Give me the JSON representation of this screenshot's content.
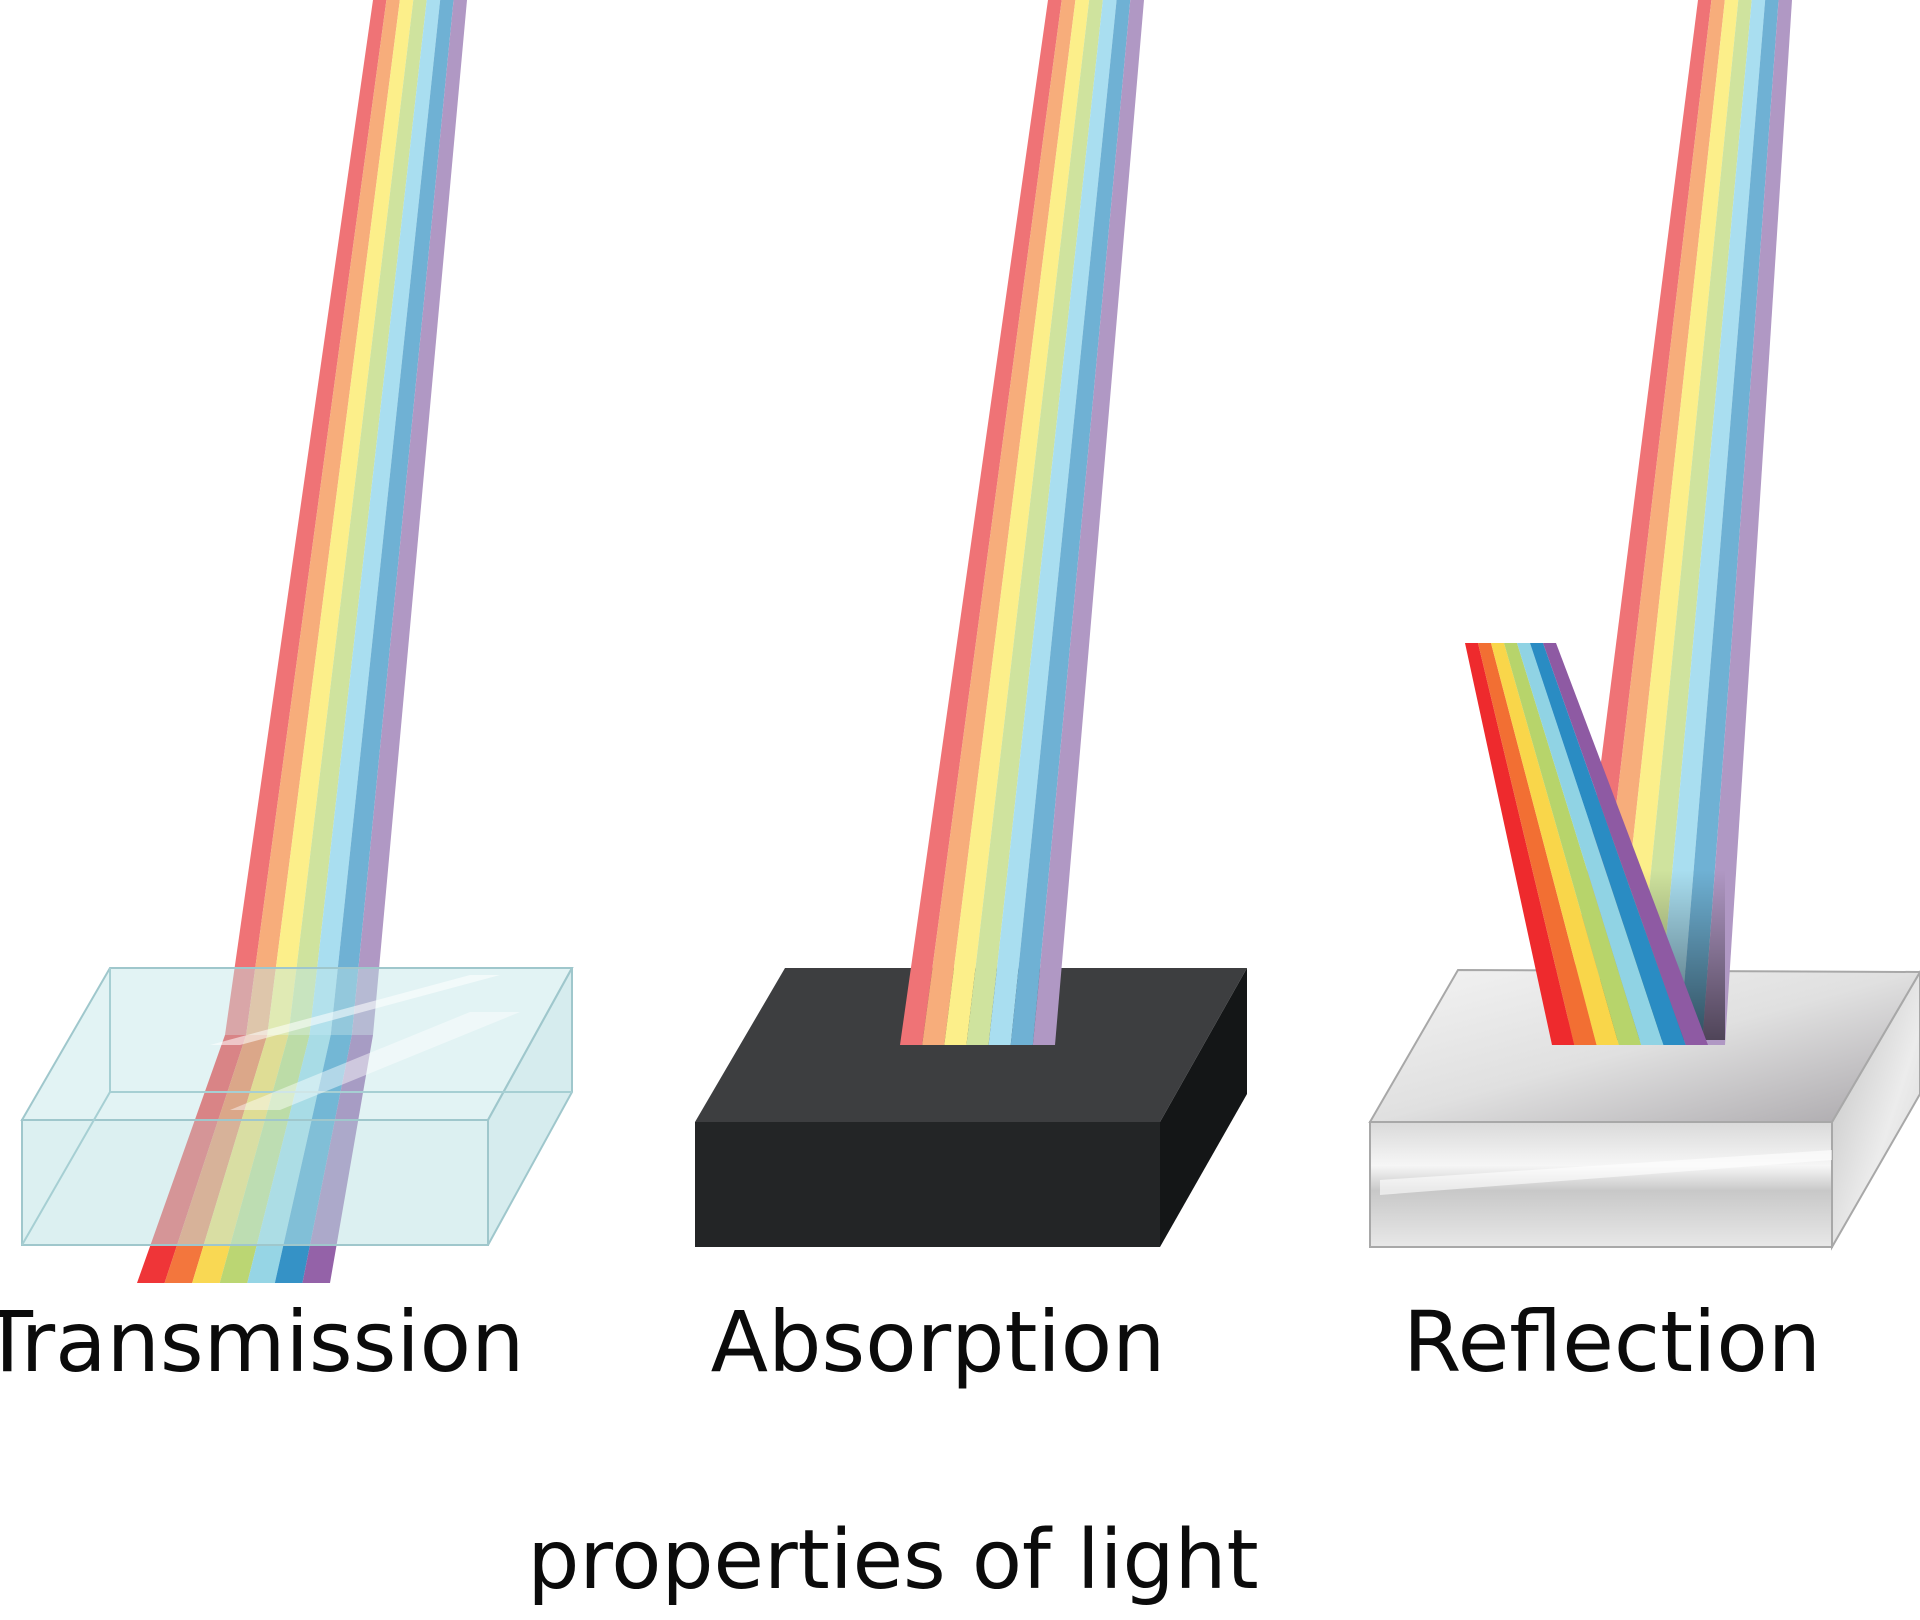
{
  "diagram": {
    "footer": "properties of light",
    "panels": [
      {
        "label": "Transmission",
        "material": "transparent-glass-block"
      },
      {
        "label": "Absorption",
        "material": "black-block"
      },
      {
        "label": "Reflection",
        "material": "metallic-block"
      }
    ],
    "spectrum_colors": [
      "#ee2a2d",
      "#f26f33",
      "#f9d64a",
      "#b7d46b",
      "#90d3e4",
      "#2a8cc3",
      "#8e5aa3"
    ],
    "beam_colors": [
      "#ef7376",
      "#f7ad7b",
      "#fcef8a",
      "#cfe39e",
      "#a9def0",
      "#6fb1d4",
      "#b098c4"
    ]
  }
}
